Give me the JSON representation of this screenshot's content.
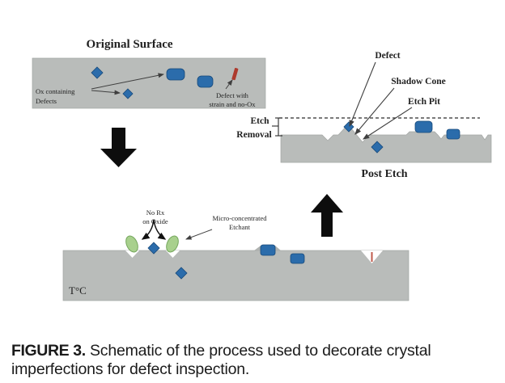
{
  "figure": {
    "caption_label": "FIGURE 3.",
    "caption_text": " Schematic of the process used to decorate crystal imperfections for defect inspection."
  },
  "panels": {
    "original_surface": {
      "title": "Original Surface",
      "ox_label_line1": "Ox containing",
      "ox_label_line2": "Defects",
      "strain_label_line1": "Defect with",
      "strain_label_line2": "strain and no-Ox"
    },
    "post_etch": {
      "title": "Post Etch",
      "defect_label": "Defect",
      "shadow_cone_label": "Shadow Cone",
      "etch_pit_label": "Etch Pit",
      "etch_removal_line1": "Etch",
      "etch_removal_line2": "Removal"
    },
    "decoration": {
      "no_rx_line1": "No Rx",
      "no_rx_line2": "on Oxide",
      "etchant_line1": "Micro-concentrated",
      "etchant_line2": "Etchant",
      "temperature_label": "T°C"
    }
  },
  "colors": {
    "substrate_gray": "#b9bcba",
    "defect_blue": "#2b6cab",
    "defect_blue_edge": "#17497a",
    "oxide_green": "#a8d08d",
    "oxide_green_edge": "#74a65c",
    "strain_red": "#ad3a2d",
    "process_arrow_black": "#0d0d0d",
    "annotation_gray": "#3f3f3f"
  }
}
